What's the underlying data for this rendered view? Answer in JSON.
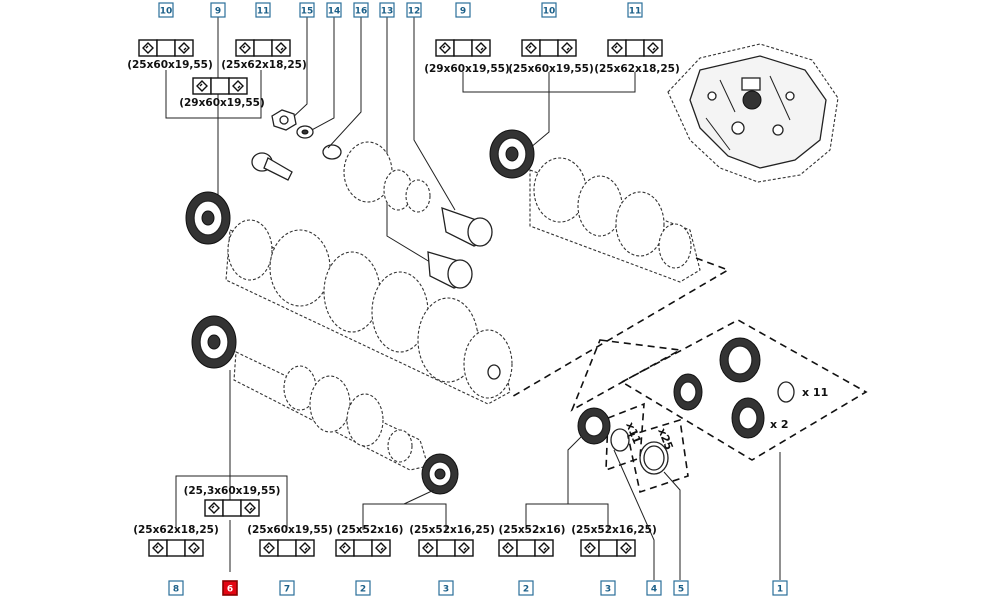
{
  "refs": [
    {
      "id": "r10a",
      "label": "10"
    },
    {
      "id": "r9a",
      "label": "9"
    },
    {
      "id": "r11a",
      "label": "11"
    },
    {
      "id": "r15",
      "label": "15"
    },
    {
      "id": "r14",
      "label": "14"
    },
    {
      "id": "r16",
      "label": "16"
    },
    {
      "id": "r13",
      "label": "13"
    },
    {
      "id": "r12",
      "label": "12"
    },
    {
      "id": "r9b",
      "label": "9"
    },
    {
      "id": "r10b",
      "label": "10"
    },
    {
      "id": "r11b",
      "label": "11"
    },
    {
      "id": "r8",
      "label": "8"
    },
    {
      "id": "r6",
      "label": "6",
      "selected": true
    },
    {
      "id": "r7",
      "label": "7"
    },
    {
      "id": "r2a",
      "label": "2"
    },
    {
      "id": "r3a",
      "label": "3"
    },
    {
      "id": "r2b",
      "label": "2"
    },
    {
      "id": "r3b",
      "label": "3"
    },
    {
      "id": "r4",
      "label": "4"
    },
    {
      "id": "r5",
      "label": "5"
    },
    {
      "id": "r1",
      "label": "1"
    }
  ],
  "dims": [
    {
      "id": "d1",
      "text": "(25x60x19,55)"
    },
    {
      "id": "d2",
      "text": "(25x62x18,25)"
    },
    {
      "id": "d3",
      "text": "(29x60x19,55)"
    },
    {
      "id": "d4",
      "text": "(29x60x19,55)"
    },
    {
      "id": "d5",
      "text": "(25x60x19,55)"
    },
    {
      "id": "d6",
      "text": "(25x62x18,25)"
    },
    {
      "id": "d7",
      "text": "(25,3x60x19,55)"
    },
    {
      "id": "d8",
      "text": "(25x62x18,25)"
    },
    {
      "id": "d9",
      "text": "(25x60x19,55)"
    },
    {
      "id": "d10",
      "text": "(25x52x16)"
    },
    {
      "id": "d11",
      "text": "(25x52x16,25)"
    },
    {
      "id": "d12",
      "text": "(25x52x16)"
    },
    {
      "id": "d13",
      "text": "(25x52x16,25)"
    }
  ],
  "quantities": [
    {
      "id": "q1",
      "text": "x 11"
    },
    {
      "id": "q2",
      "text": "x 2"
    },
    {
      "id": "q3",
      "text": "x11"
    },
    {
      "id": "q4",
      "text": "x25"
    }
  ],
  "colors": {
    "accent_selected": "#e30613",
    "ref_border": "#2a6f9a",
    "ink": "#111111"
  }
}
